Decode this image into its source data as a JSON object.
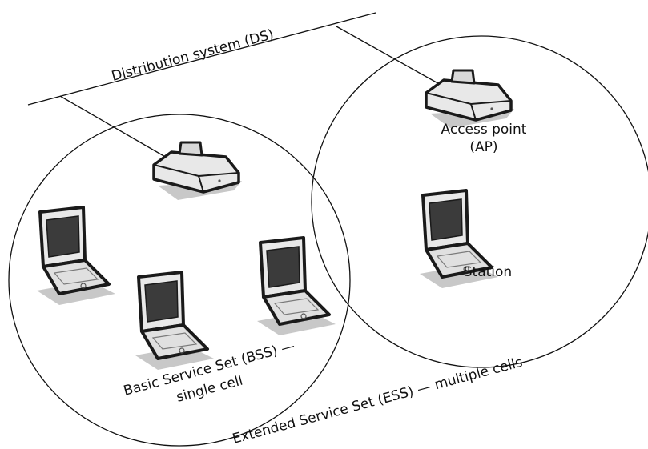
{
  "labels": {
    "distribution_system": "Distribution system (DS)",
    "access_point_line1": "Access point",
    "access_point_line2": "(AP)",
    "station": "Station",
    "bss_line1": "Basic Service Set (BSS) —",
    "bss_line2": "single cell",
    "ess": "Extended Service Set (ESS) — multiple cells"
  },
  "icons": {
    "access_point": "access-point-icon",
    "laptop": "laptop-icon"
  },
  "colors": {
    "line": "#111111",
    "device_body": "#e6e6e6",
    "device_outline": "#1a1a1a",
    "screen": "#3b3b3b",
    "shadow": "#c8c8c8"
  }
}
